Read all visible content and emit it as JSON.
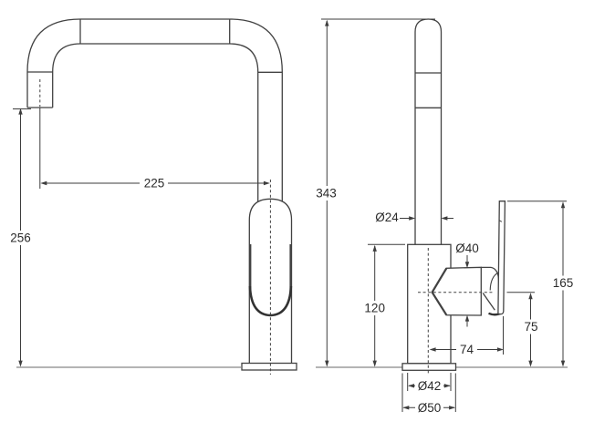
{
  "front_view": {
    "spout_reach": "225",
    "spout_outlet_height": "256"
  },
  "side_view": {
    "overall_height": "343",
    "spout_tube_diameter": "Ø24",
    "mixer_head_diameter": "Ø40",
    "body_height": "120",
    "handle_reach": "74",
    "handle_pivot_height": "75",
    "lever_top_height": "165",
    "body_diameter": "Ø42",
    "base_flange_diameter": "Ø50"
  },
  "colors": {
    "outline": "#424242",
    "dimension_line": "#3d3d3d",
    "ground_line": "#9b9b9b",
    "text": "#2b2b2b",
    "background": "#ffffff"
  }
}
